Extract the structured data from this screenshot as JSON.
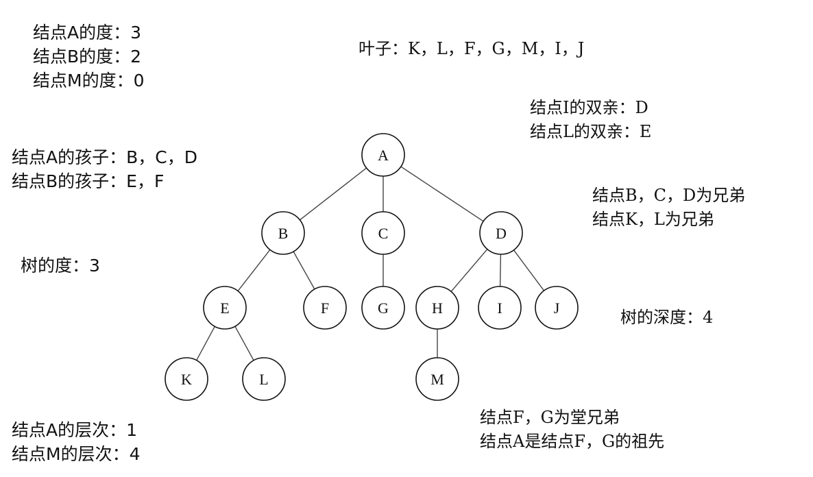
{
  "notes": {
    "degree": [
      "结点A的度：3",
      "结点B的度：2",
      "结点M的度：0"
    ],
    "leaves": [
      "叶子：K，L，F，G，M，I，J"
    ],
    "parents": [
      "结点I的双亲：D",
      "结点L的双亲：E"
    ],
    "children": [
      "结点A的孩子：B，C，D",
      "结点B的孩子：E，F"
    ],
    "siblings": [
      "结点B，C，D为兄弟",
      "结点K，L为兄弟"
    ],
    "tree_degree": [
      "树的度：3"
    ],
    "tree_depth": [
      "树的深度：4"
    ],
    "levels": [
      "结点A的层次：1",
      "结点M的层次：4"
    ],
    "cousins_ancestors": [
      "结点F，G为堂兄弟",
      "结点A是结点F，G的祖先"
    ]
  },
  "tree": {
    "nodes": [
      {
        "id": "A",
        "label": "A"
      },
      {
        "id": "B",
        "label": "B"
      },
      {
        "id": "C",
        "label": "C"
      },
      {
        "id": "D",
        "label": "D"
      },
      {
        "id": "E",
        "label": "E"
      },
      {
        "id": "F",
        "label": "F"
      },
      {
        "id": "G",
        "label": "G"
      },
      {
        "id": "H",
        "label": "H"
      },
      {
        "id": "I",
        "label": "I"
      },
      {
        "id": "J",
        "label": "J"
      },
      {
        "id": "K",
        "label": "K"
      },
      {
        "id": "L",
        "label": "L"
      },
      {
        "id": "M",
        "label": "M"
      }
    ],
    "edges": [
      [
        "A",
        "B"
      ],
      [
        "A",
        "C"
      ],
      [
        "A",
        "D"
      ],
      [
        "B",
        "E"
      ],
      [
        "B",
        "F"
      ],
      [
        "C",
        "G"
      ],
      [
        "D",
        "H"
      ],
      [
        "D",
        "I"
      ],
      [
        "D",
        "J"
      ],
      [
        "E",
        "K"
      ],
      [
        "E",
        "L"
      ],
      [
        "H",
        "M"
      ]
    ]
  }
}
